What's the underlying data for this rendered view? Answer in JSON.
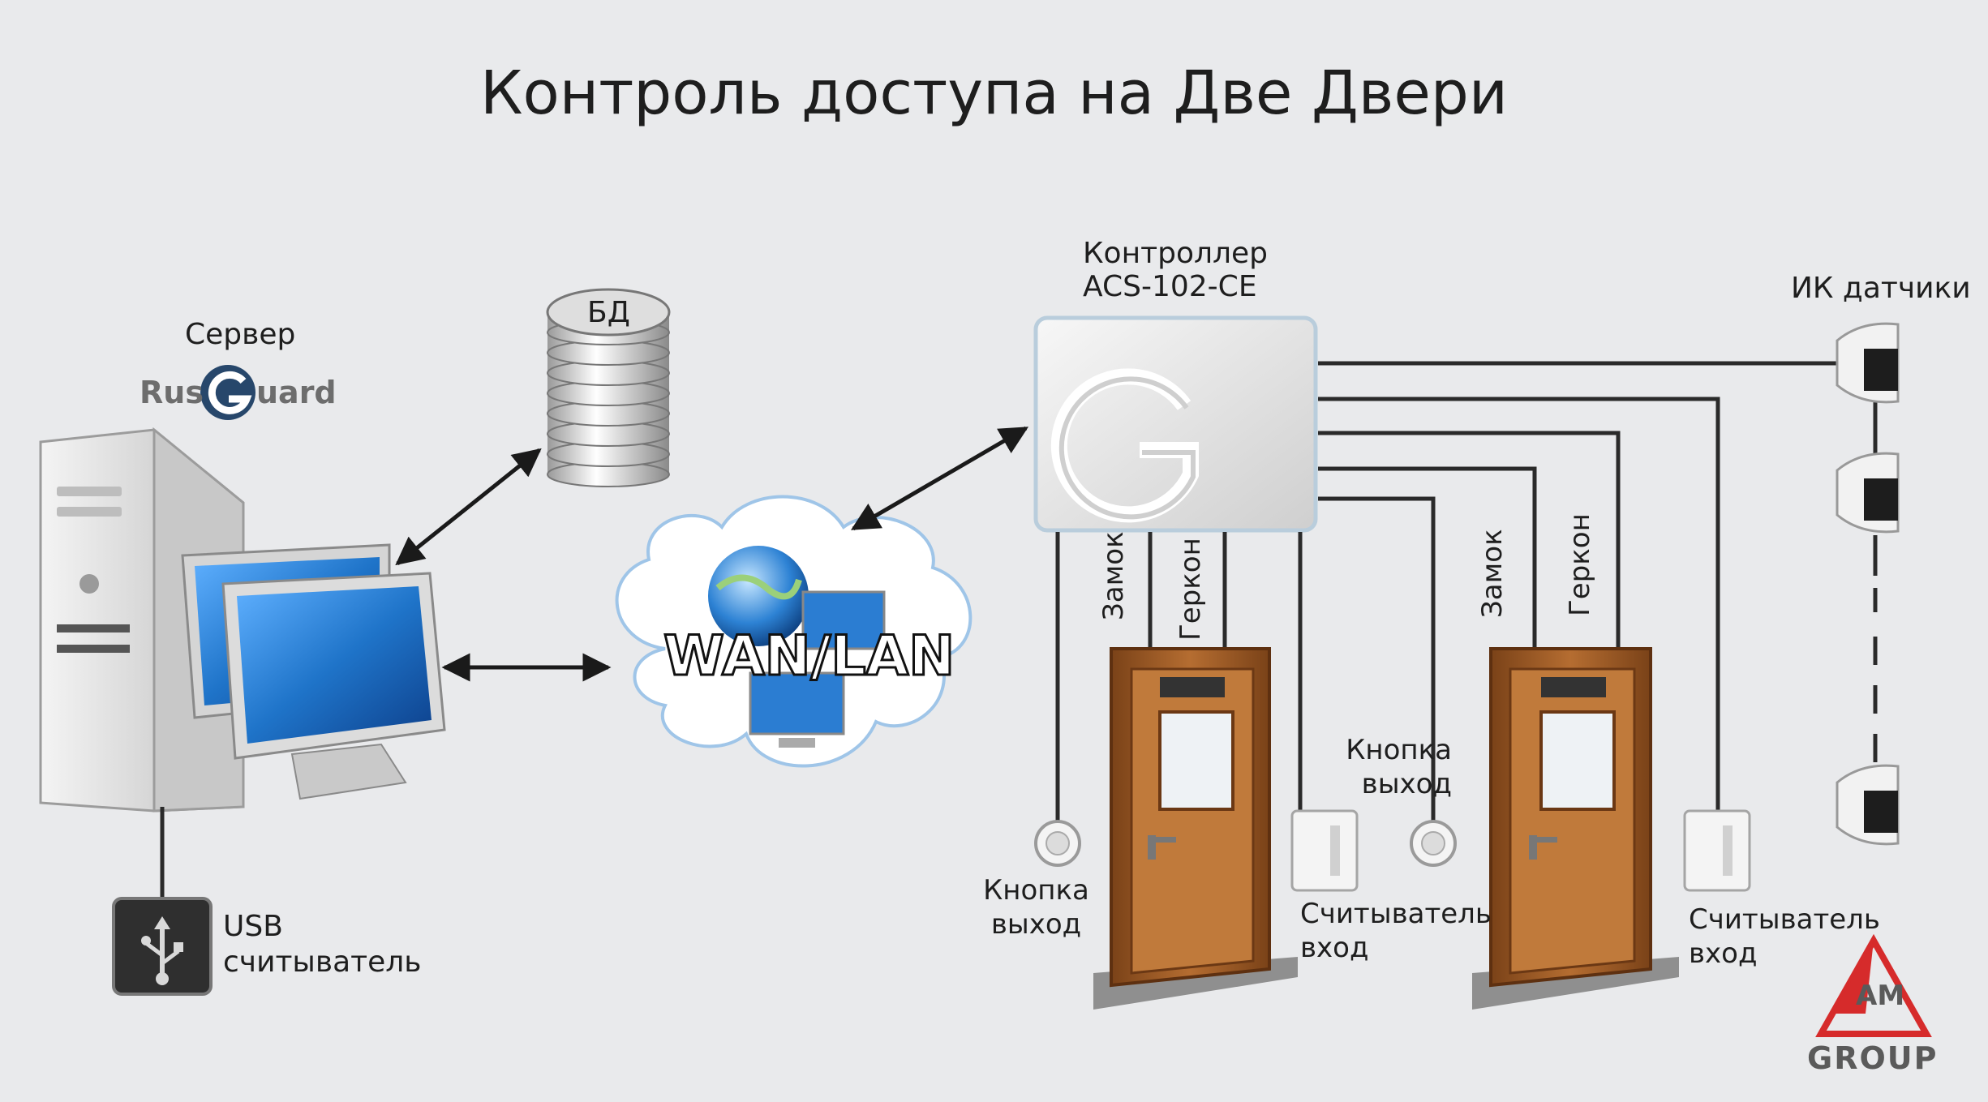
{
  "title": "Контроль доступа на Две Двери",
  "server": {
    "label": "Сервер",
    "brand_prefix": "Rus",
    "brand_suffix": "uard"
  },
  "database": {
    "label": "БД"
  },
  "network": {
    "label": "WAN/LAN"
  },
  "controller": {
    "label_line1": "Контроллер",
    "label_line2": "ACS-102-CE"
  },
  "ir_sensors": {
    "label": "ИК датчики"
  },
  "usb_reader": {
    "line1": "USB",
    "line2": "считыватель"
  },
  "door1": {
    "lock": "Замок",
    "reed": "Геркон",
    "exit_button_line1": "Кнопка",
    "exit_button_line2": "выход",
    "reader_line1": "Считыватель",
    "reader_line2": "вход"
  },
  "door2": {
    "lock": "Замок",
    "reed": "Геркон",
    "exit_button_line1": "Кнопка",
    "exit_button_line2": "выход",
    "reader_line1": "Считыватель",
    "reader_line2": "вход"
  },
  "logo": {
    "mark": "AM",
    "word": "GROUP"
  },
  "colors": {
    "background": "#e9eaec",
    "wire": "#2a2a2a",
    "door_wood": "#a8622a",
    "logo_red": "#d62b2b",
    "screen_blue": "#1f74c9"
  }
}
